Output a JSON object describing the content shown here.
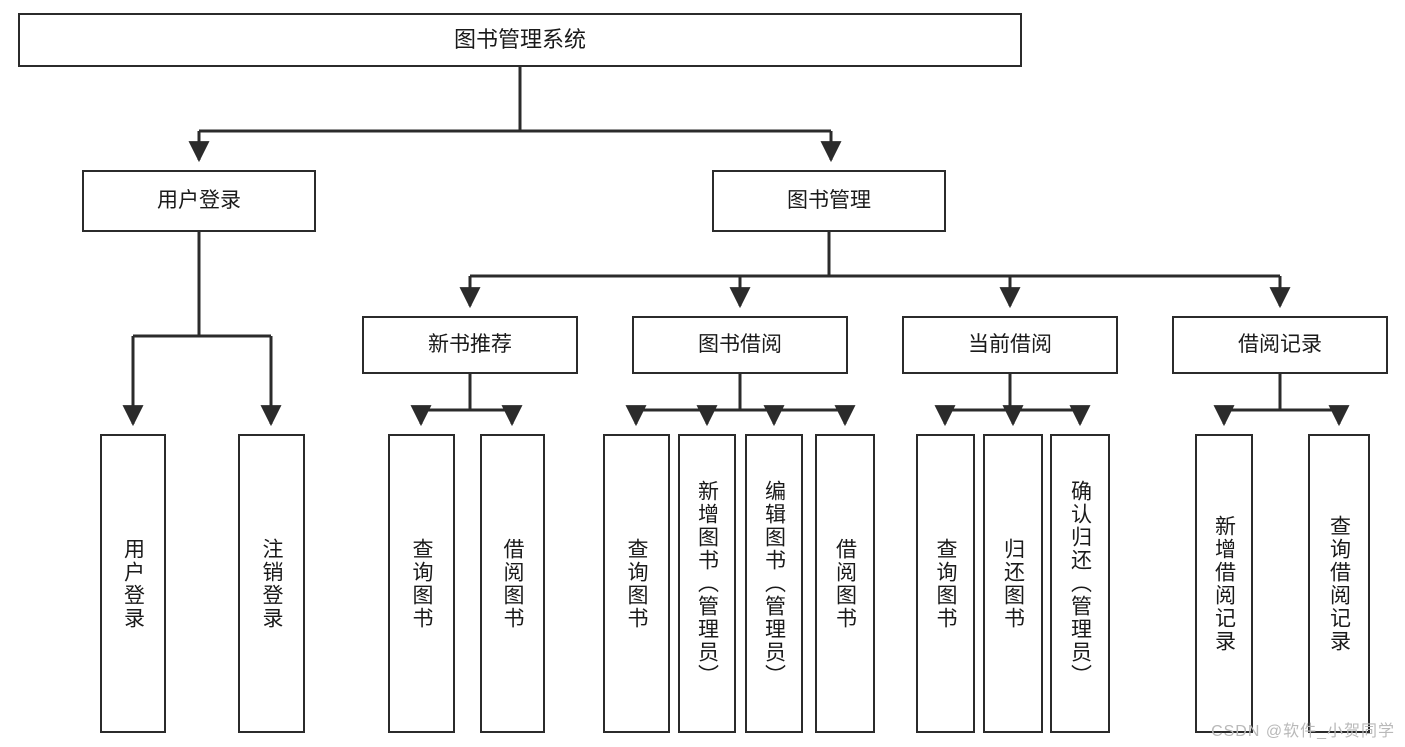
{
  "diagram": {
    "title": "图书管理系统",
    "type": "hierarchy-tree",
    "colors": {
      "box_border": "#2b2b2b",
      "box_fill": "#ffffff",
      "edge": "#2b2b2b",
      "text": "#1a1a1a",
      "watermark": "#b9b9b9"
    },
    "root": {
      "label": "图书管理系统"
    },
    "level1": [
      {
        "label": "用户登录"
      },
      {
        "label": "图书管理"
      }
    ],
    "level2": [
      {
        "label": "新书推荐"
      },
      {
        "label": "图书借阅"
      },
      {
        "label": "当前借阅"
      },
      {
        "label": "借阅记录"
      }
    ],
    "leaves": {
      "user_login": [
        {
          "label": "用户登录"
        },
        {
          "label": "注销登录"
        }
      ],
      "new_book": [
        {
          "label": "查询图书"
        },
        {
          "label": "借阅图书"
        }
      ],
      "book_borrow": [
        {
          "label": "查询图书"
        },
        {
          "label": "新增图书（管理员）"
        },
        {
          "label": "编辑图书（管理员）"
        },
        {
          "label": "借阅图书"
        }
      ],
      "current_borrow": [
        {
          "label": "查询图书"
        },
        {
          "label": "归还图书"
        },
        {
          "label": "确认归还（管理员）"
        }
      ],
      "borrow_record": [
        {
          "label": "新增借阅记录"
        },
        {
          "label": "查询借阅记录"
        }
      ]
    }
  },
  "watermark": {
    "text": "CSDN @软件_小贺同学"
  }
}
